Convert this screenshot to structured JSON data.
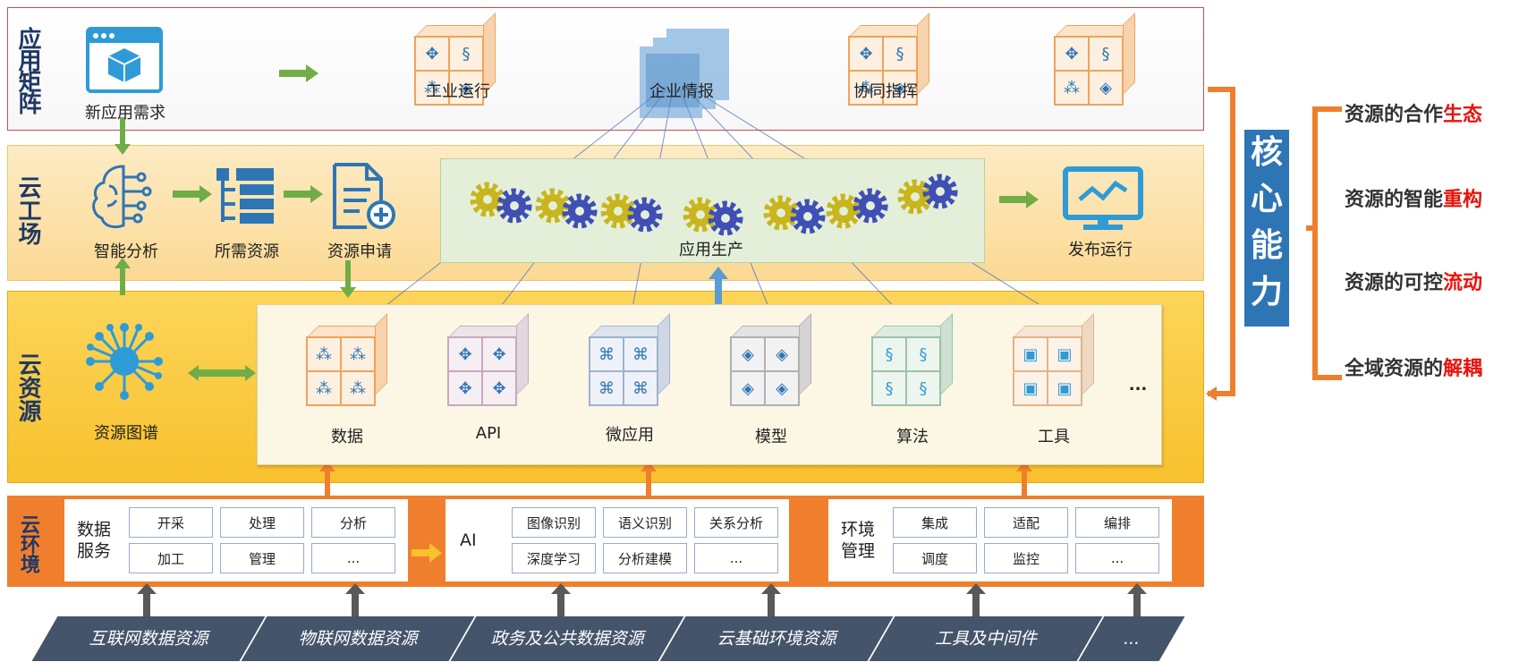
{
  "layers": {
    "app_matrix": "应用矩阵",
    "cloud_factory": "云工场",
    "cloud_resources": "云资源",
    "cloud_env": "云环境"
  },
  "app_row": {
    "new_requirement": "新应用需求",
    "industrial_operation": "工业运行",
    "enterprise_intel": "企业情报",
    "collab_command": "协同指挥"
  },
  "factory_row": {
    "smart_analysis": "智能分析",
    "required_resources": "所需资源",
    "resource_application": "资源申请",
    "app_production": "应用生产",
    "publish_run": "发布运行"
  },
  "resource_row": {
    "resource_graph": "资源图谱",
    "items": [
      "数据",
      "API",
      "微应用",
      "模型",
      "算法",
      "工具"
    ],
    "more": "..."
  },
  "env_row": {
    "data_service": {
      "title_line1": "数据",
      "title_line2": "服务",
      "cells": [
        "开采",
        "处理",
        "分析",
        "加工",
        "管理",
        "..."
      ]
    },
    "ai": {
      "title": "AI",
      "cells": [
        "图像识别",
        "语义识别",
        "关系分析",
        "深度学习",
        "分析建模",
        "..."
      ]
    },
    "env_mgmt": {
      "title_line1": "环境",
      "title_line2": "管理",
      "cells": [
        "集成",
        "适配",
        "编排",
        "调度",
        "监控",
        "..."
      ]
    }
  },
  "sources": [
    "互联网数据资源",
    "物联网数据资源",
    "政务及公共数据资源",
    "云基础环境资源",
    "工具及中间件",
    "..."
  ],
  "core": {
    "title": "核心能力",
    "title_chars": [
      "核",
      "心",
      "能",
      "力"
    ],
    "items": [
      {
        "prefix": "资源的合作",
        "highlight": "生态"
      },
      {
        "prefix": "资源的智能",
        "highlight": "重构"
      },
      {
        "prefix": "资源的可控",
        "highlight": "流动"
      },
      {
        "prefix": "全域资源的",
        "highlight": "解耦"
      }
    ]
  },
  "colors": {
    "blue": "#2e75b6",
    "orange": "#ef7f2d",
    "green_arrow": "#70ad47",
    "red_highlight": "#e8130b",
    "dark_navy": "#1f3864",
    "source_bg": "#44546a"
  }
}
